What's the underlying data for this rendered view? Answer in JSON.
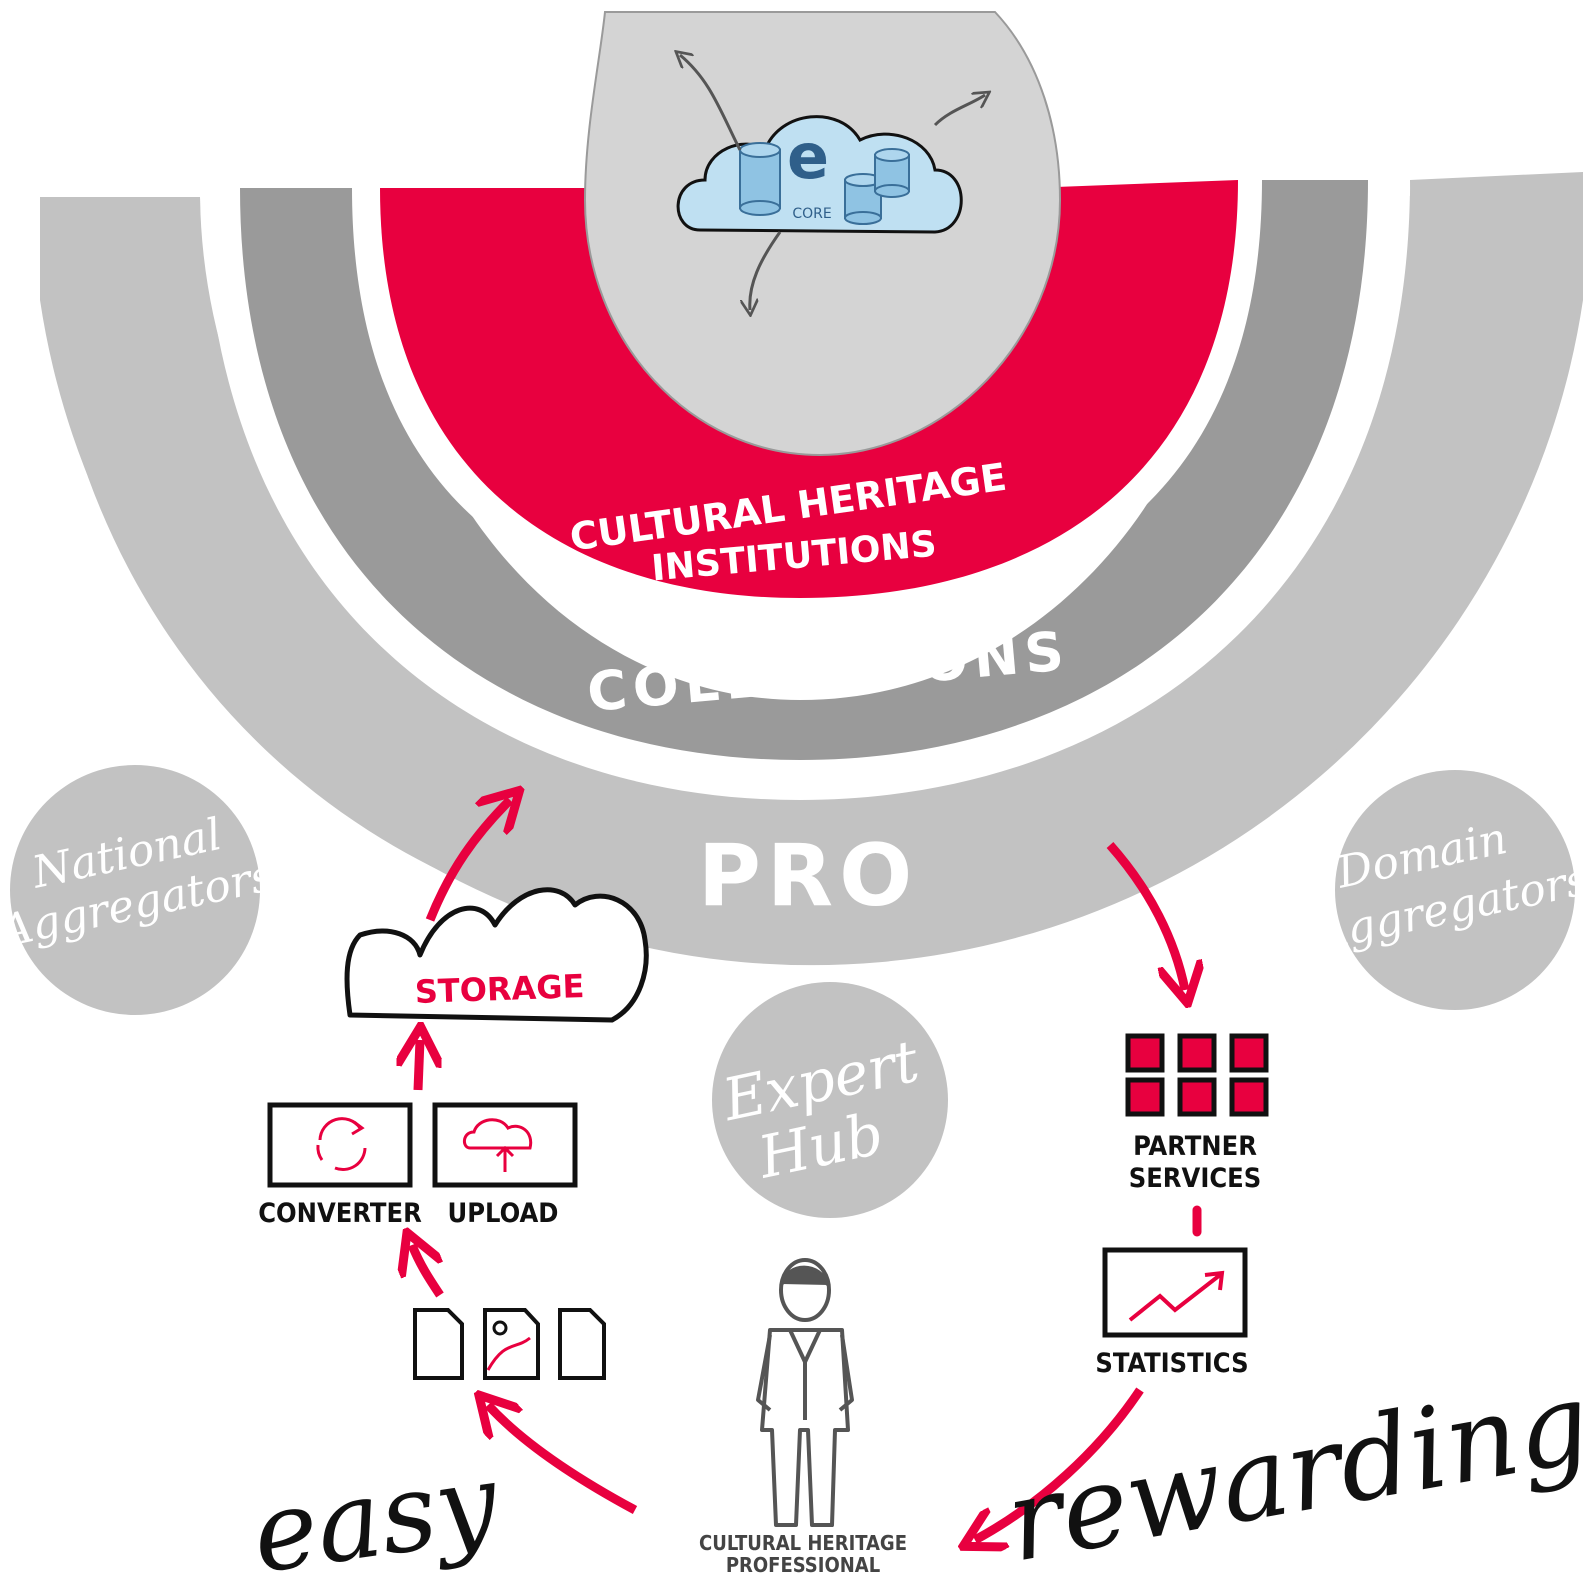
{
  "colors": {
    "red": "#e8003f",
    "light_gray": "#c2c2c2",
    "mid_gray": "#9a9a9a",
    "core_gray": "#d4d4d4",
    "cloud_blue": "#bfe0f2",
    "ink": "#111111"
  },
  "core": {
    "label": "CORE",
    "logo_letter": "e",
    "icon": "cloud-database-icon"
  },
  "rings": {
    "institutions_line1": "CULTURAL HERITAGE",
    "institutions_line2": "INSTITUTIONS",
    "collections": "COLLECTIONS",
    "pro": "PRO"
  },
  "aggregators": {
    "national_line1": "National",
    "national_line2": "Aggregators",
    "domain_line1": "Domain",
    "domain_line2": "Aggregators",
    "expert_line1": "Expert",
    "expert_line2": "Hub"
  },
  "workflow": {
    "storage": "STORAGE",
    "converter": "CONVERTER",
    "upload": "UPLOAD",
    "partner_line1": "PARTNER",
    "partner_line2": "SERVICES",
    "statistics": "STATISTICS",
    "professional_line1": "CULTURAL HERITAGE",
    "professional_line2": "PROFESSIONAL"
  },
  "slogans": {
    "easy": "easy",
    "rewarding": "rewarding"
  }
}
